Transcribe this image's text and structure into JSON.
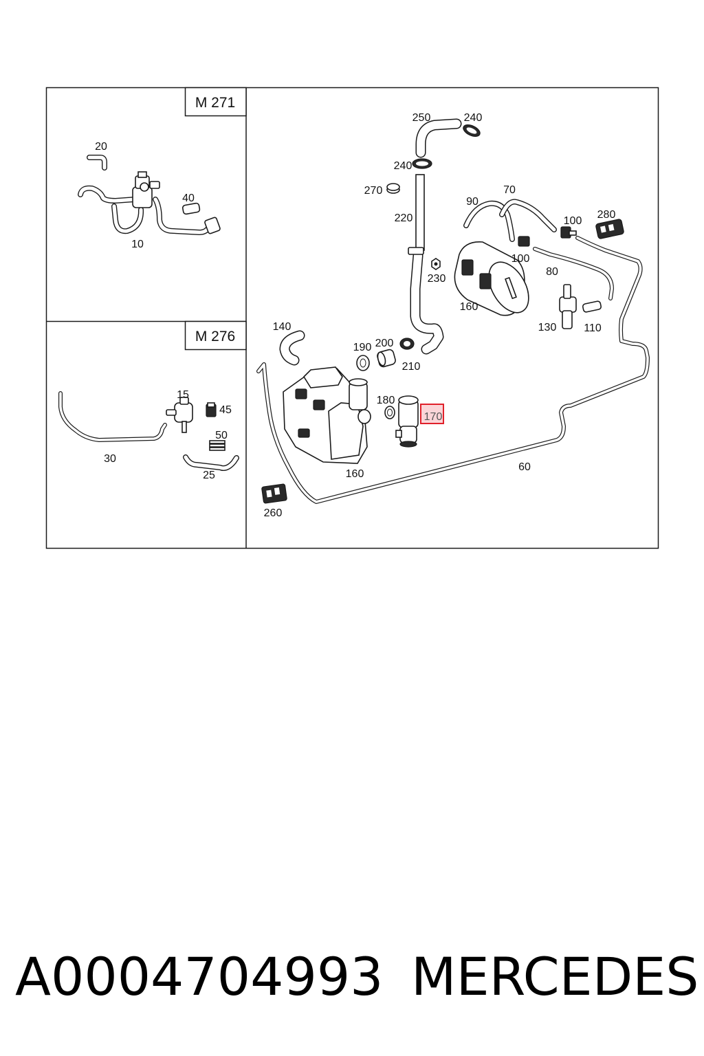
{
  "colors": {
    "line": "#1a1a1a",
    "highlight": "#e0202a",
    "highlight_fill": "#fbd5d8",
    "background": "#ffffff"
  },
  "panels": [
    {
      "engine": "M 271",
      "labels": [
        "20",
        "40",
        "10"
      ]
    },
    {
      "engine": "M 276",
      "labels": [
        "15",
        "45",
        "50",
        "30",
        "25"
      ]
    }
  ],
  "main_labels": [
    "250",
    "240",
    "240",
    "270",
    "220",
    "70",
    "90",
    "100",
    "280",
    "100",
    "80",
    "230",
    "160",
    "130",
    "110",
    "140",
    "190",
    "200",
    "210",
    "180",
    "170",
    "160",
    "60",
    "260"
  ],
  "highlighted_part": "170",
  "footer": {
    "part_number": "A0004704993",
    "brand": "MERCEDES"
  }
}
